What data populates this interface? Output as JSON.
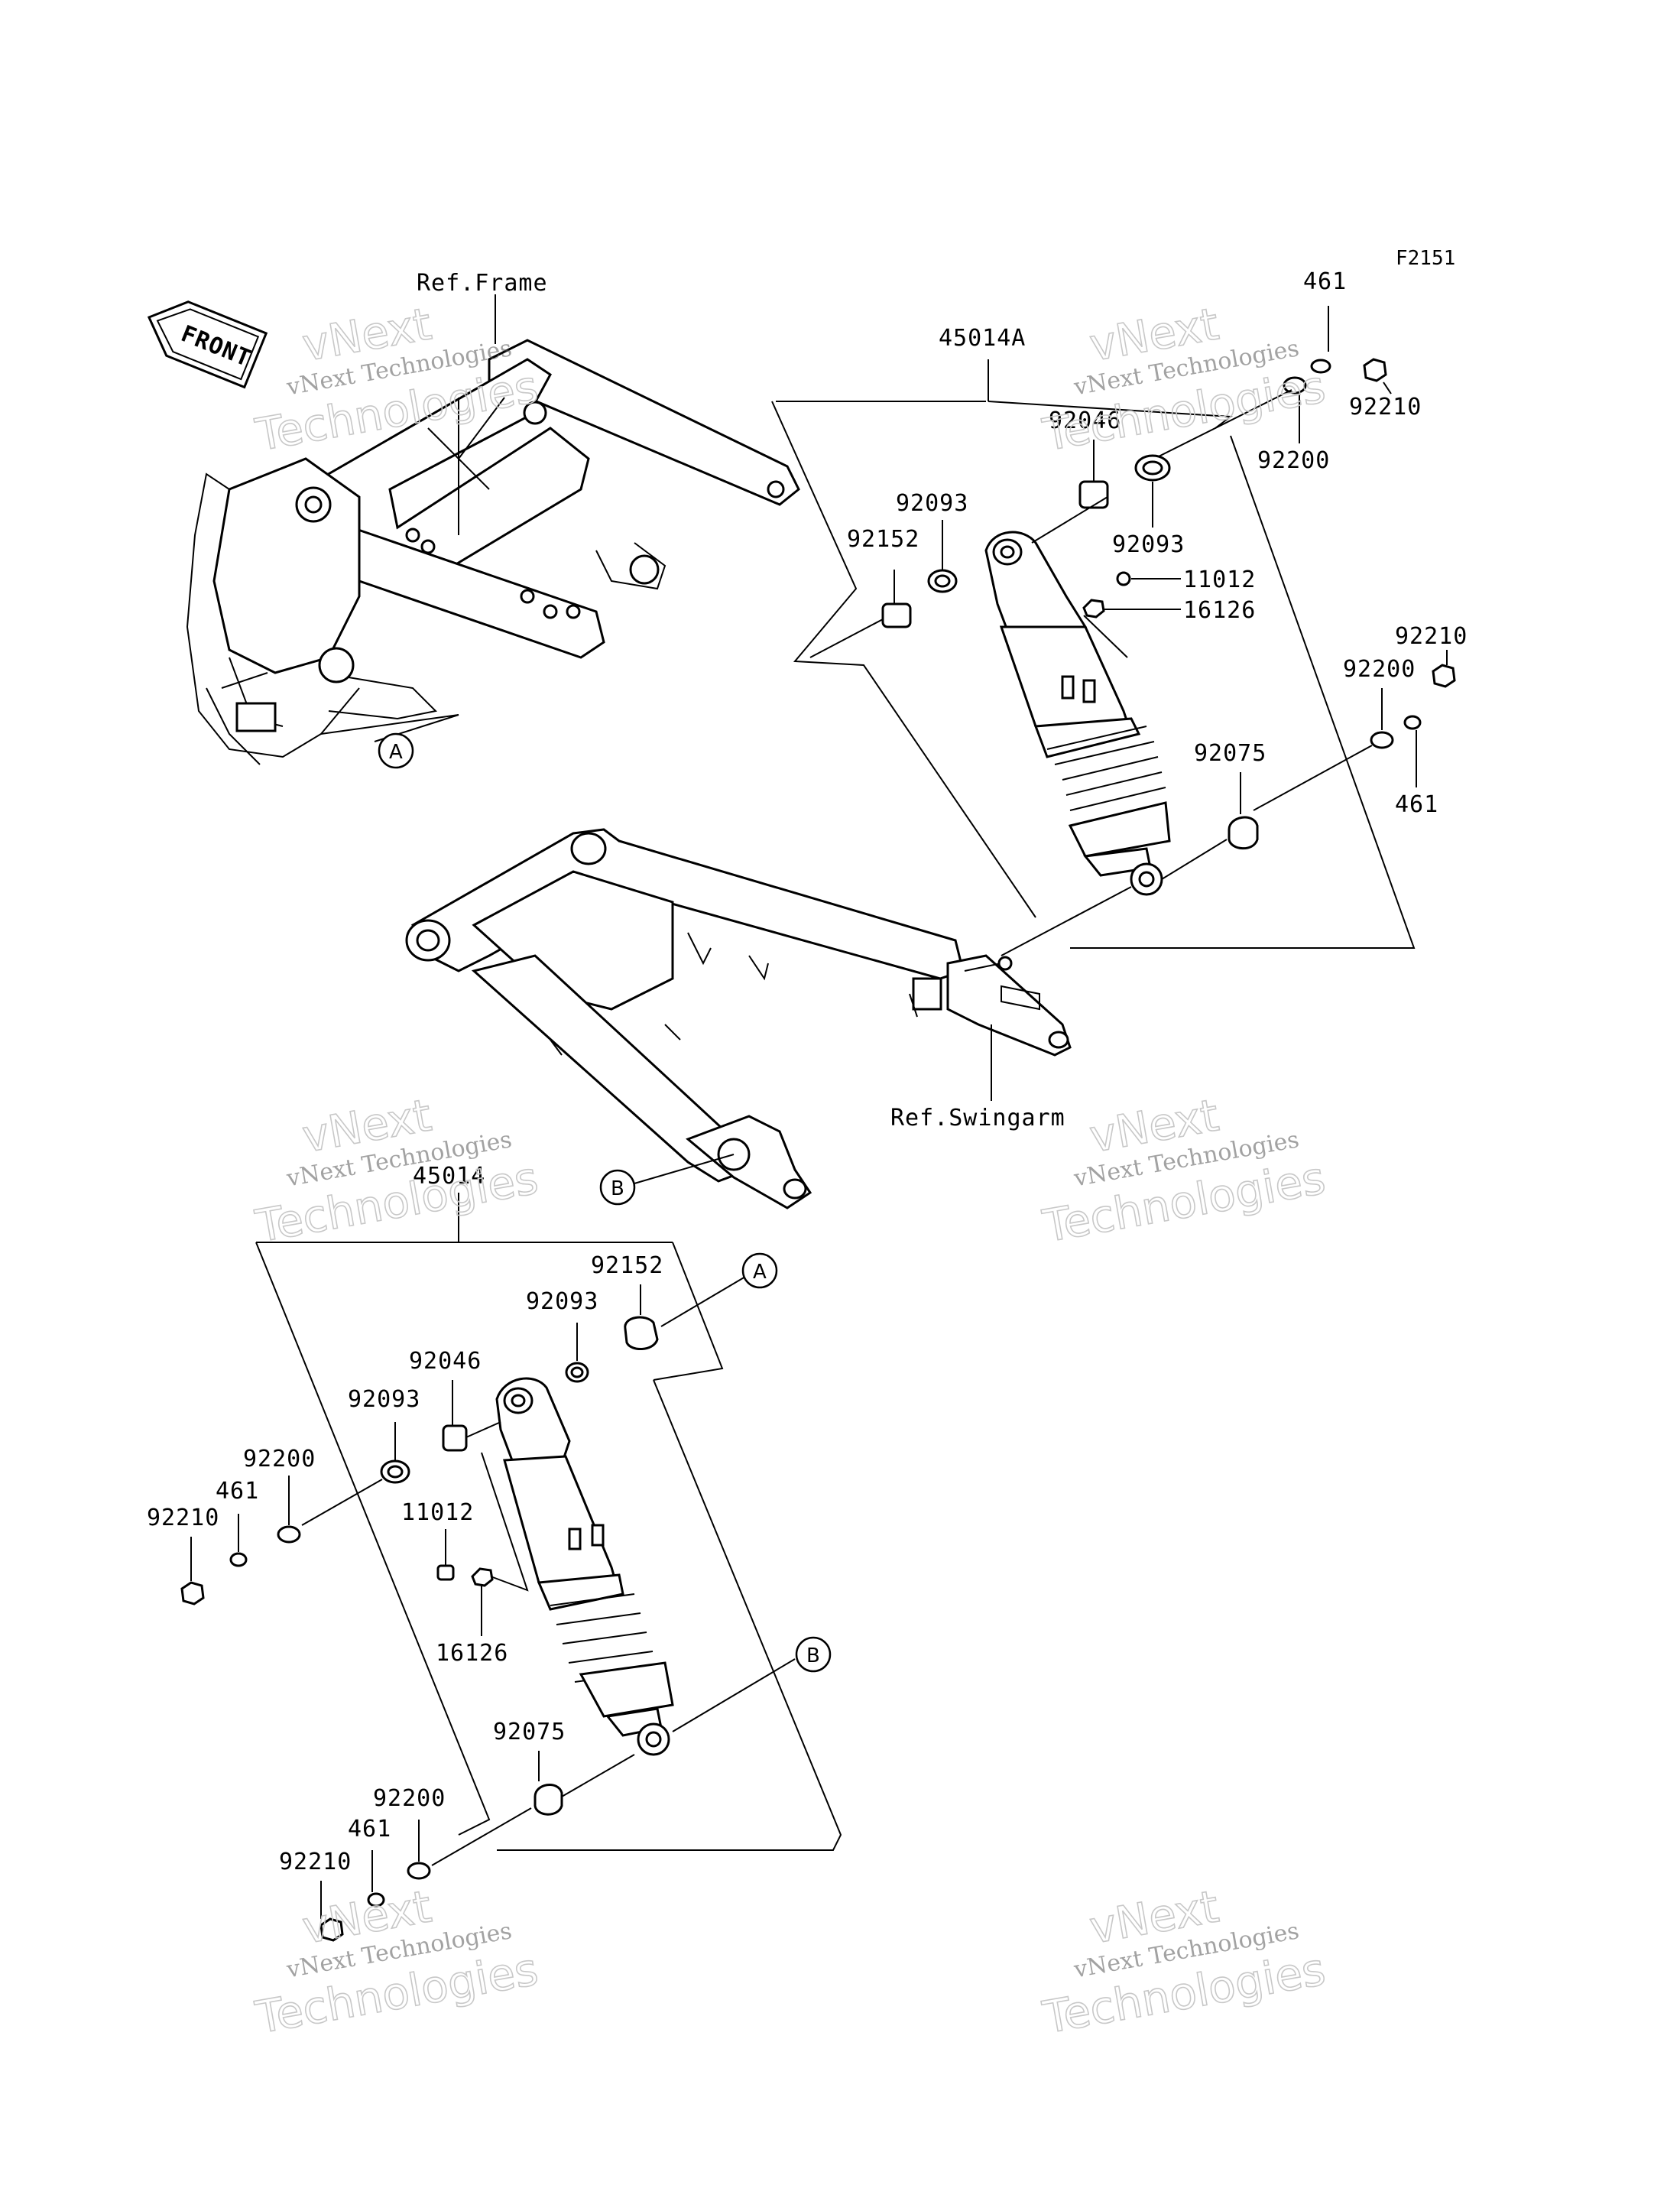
{
  "diagram_code": "F2151",
  "front_label": "FRONT",
  "refs": {
    "frame": "Ref.Frame",
    "swingarm": "Ref.Swingarm"
  },
  "callouts": {
    "A": "A",
    "B": "B"
  },
  "watermark": {
    "brand": "vNext",
    "line1": "vNext Technologies",
    "line2": "Technologies"
  },
  "upper_assembly": {
    "assembly_no": "45014A",
    "parts": {
      "p461_top": "461",
      "p92210_top": "92210",
      "p92200_top": "92200",
      "p92046": "92046",
      "p92093_a": "92093",
      "p92093_b": "92093",
      "p92152": "92152",
      "p11012": "11012",
      "p16126": "16126",
      "p92210_low": "92210",
      "p92200_low": "92200",
      "p461_low": "461",
      "p92075": "92075"
    }
  },
  "lower_assembly": {
    "assembly_no": "45014",
    "parts": {
      "p92152": "92152",
      "p92093_a": "92093",
      "p92046": "92046",
      "p92093_b": "92093",
      "p92200_top": "92200",
      "p461_top": "461",
      "p92210_top": "92210",
      "p11012": "11012",
      "p16126": "16126",
      "p92075": "92075",
      "p92200_low": "92200",
      "p461_low": "461",
      "p92210_low": "92210"
    }
  }
}
